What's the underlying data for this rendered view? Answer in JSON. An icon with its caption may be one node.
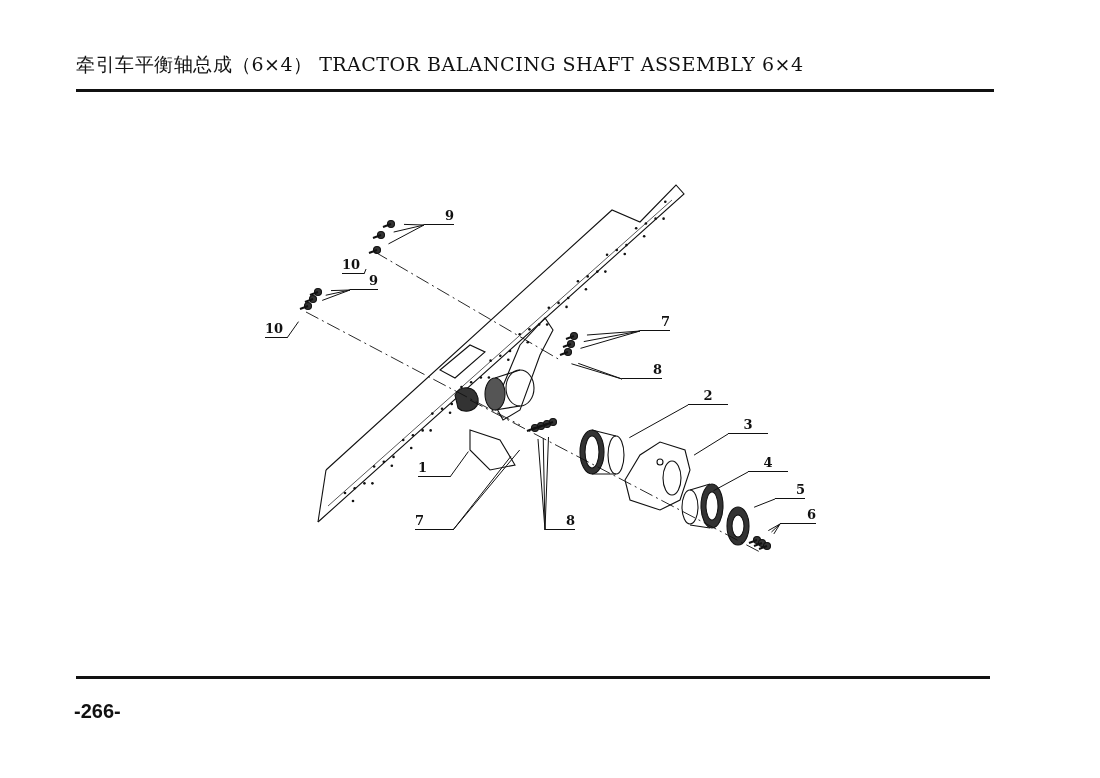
{
  "diagram": {
    "title": "牵引车平衡轴总成（6×4） TRACTOR BALANCING SHAFT ASSEMBLY 6×4",
    "nodes": [
      {
        "text": [
          "9"
        ]
      },
      {
        "text": [
          "10"
        ]
      },
      {
        "text": [
          "9"
        ]
      },
      {
        "text": [
          "10"
        ]
      },
      {
        "text": [
          "7"
        ]
      },
      {
        "text": [
          "8"
        ]
      },
      {
        "text": [
          "2"
        ]
      },
      {
        "text": [
          "3"
        ]
      },
      {
        "text": [
          "4"
        ]
      },
      {
        "text": [
          "1"
        ]
      },
      {
        "text": [
          "5"
        ]
      },
      {
        "text": [
          "6"
        ]
      },
      {
        "text": [
          "7"
        ]
      },
      {
        "text": [
          "8"
        ]
      }
    ],
    "edges": [
      {
        "from": 0,
        "to": null,
        "arrow": "none"
      },
      {
        "from": 0,
        "to": null,
        "arrow": "none"
      },
      {
        "from": 0,
        "to": null,
        "arrow": "none"
      },
      {
        "from": 1,
        "to": null,
        "arrow": "none"
      },
      {
        "from": 2,
        "to": null,
        "arrow": "none"
      },
      {
        "from": 2,
        "to": null,
        "arrow": "none"
      },
      {
        "from": 2,
        "to": null,
        "arrow": "none"
      },
      {
        "from": 3,
        "to": null,
        "arrow": "none"
      },
      {
        "from": 4,
        "to": null,
        "arrow": "none"
      },
      {
        "from": 4,
        "to": null,
        "arrow": "none"
      },
      {
        "from": 4,
        "to": null,
        "arrow": "none"
      },
      {
        "from": 5,
        "to": null,
        "arrow": "none"
      },
      {
        "from": 5,
        "to": null,
        "arrow": "none"
      },
      {
        "from": 6,
        "to": null,
        "arrow": "none"
      },
      {
        "from": 7,
        "to": null,
        "arrow": "none"
      },
      {
        "from": 8,
        "to": null,
        "arrow": "none"
      },
      {
        "from": 9,
        "to": null,
        "arrow": "none"
      },
      {
        "from": 10,
        "to": null,
        "arrow": "none"
      },
      {
        "from": 11,
        "to": null,
        "arrow": "none"
      },
      {
        "from": 11,
        "to": null,
        "arrow": "none"
      },
      {
        "from": 11,
        "to": null,
        "arrow": "none"
      },
      {
        "from": 12,
        "to": null,
        "arrow": "none"
      },
      {
        "from": 12,
        "to": null,
        "arrow": "none"
      },
      {
        "from": 13,
        "to": null,
        "arrow": "none"
      },
      {
        "from": 13,
        "to": null,
        "arrow": "none"
      },
      {
        "from": 13,
        "to": null,
        "arrow": "none"
      }
    ],
    "labels": [
      "-266-"
    ]
  }
}
